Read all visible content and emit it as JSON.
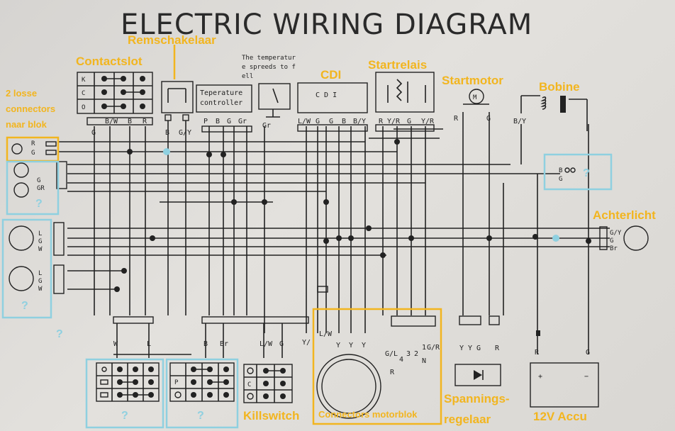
{
  "title": "ELECTRIC WIRING DIAGRAM",
  "annotations": {
    "contactslot": "Contactslot",
    "remschakelaar": "Remschakelaar",
    "cdi": "CDI",
    "startrelais": "Startrelais",
    "startmotor": "Startmotor",
    "bobine": "Bobine",
    "achterlicht": "Achterlicht",
    "losse_1": "2 losse",
    "losse_2": "connectors",
    "losse_3": "naar blok",
    "killswitch": "Killswitch",
    "motorblok": "Connectors motorblok",
    "spanning_1": "Spannings-",
    "spanning_2": "regelaar",
    "accu": "12V Accu",
    "question": "?"
  },
  "components": {
    "temp_controller_1": "Teperature",
    "temp_controller_2": "controller",
    "temp_note_1": "The temperatur",
    "temp_note_2": "e spreeds to f",
    "temp_note_3": "ell",
    "cdi_box": "C D I"
  },
  "wire_labels": {
    "contactslot": [
      "G",
      "B/W",
      "B",
      "R"
    ],
    "remschakelaar": [
      "B",
      "G/Y"
    ],
    "temp_controller": [
      "P",
      "B",
      "G",
      "Gr"
    ],
    "temp_sensor": "Gr",
    "cdi": [
      "L/W",
      "G",
      "G",
      "B",
      "B/Y"
    ],
    "startrelais": [
      "R",
      "Y/R",
      "G",
      "Y/R"
    ],
    "startmotor": [
      "R",
      "G"
    ],
    "bobine": "B/Y",
    "left_conn_1": [
      "R",
      "G"
    ],
    "left_conn_2": [
      "G",
      "GR"
    ],
    "left_lamp_1": [
      "L",
      "G",
      "W"
    ],
    "left_lamp_2": [
      "L",
      "G",
      "W"
    ],
    "achterlicht": [
      "G/Y",
      "G",
      "Br"
    ],
    "bottom_left": [
      "W",
      "L"
    ],
    "bottom_mid": [
      "B",
      "Br"
    ],
    "killswitch": [
      "L/W",
      "G"
    ],
    "motorblok_a": [
      "Y/",
      "L/W",
      "Y",
      "Y",
      "Y"
    ],
    "motorblok_b": [
      "G/L",
      "4",
      "3",
      "2",
      "1",
      "G/R",
      "N",
      "R"
    ],
    "regulator": [
      "Y",
      "Y",
      "G",
      "R"
    ],
    "accu": [
      "R",
      "G",
      "+",
      "−"
    ]
  },
  "colors": {
    "annotation": "#f2b51f",
    "highlight": "#8fd0e0",
    "ink": "#222222"
  }
}
